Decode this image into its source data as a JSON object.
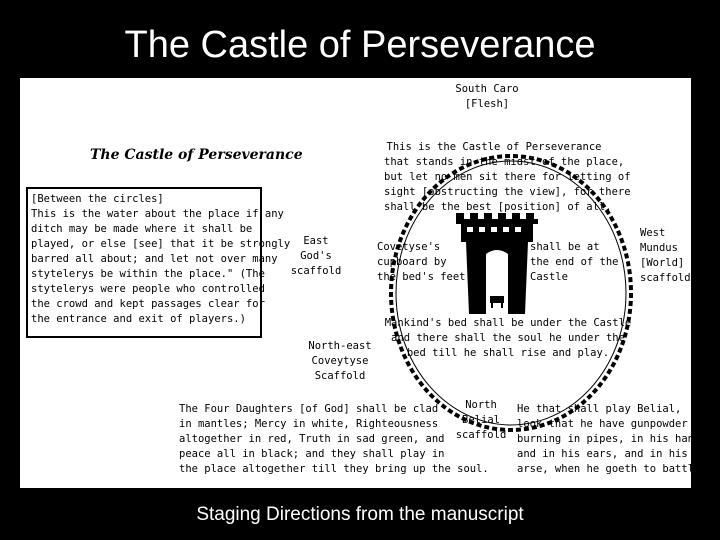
{
  "slide": {
    "title": "The Castle of Perseverance",
    "caption": "Staging Directions from the manuscript"
  },
  "diagram": {
    "title": "The Castle of Perseverance",
    "south": [
      "South Caro",
      "[Flesh]"
    ],
    "east": [
      "East",
      "God's",
      "scaffold"
    ],
    "west": [
      "West",
      "Mundus",
      "[World]",
      "scaffold"
    ],
    "north_east": [
      "North-east",
      "Coveytyse",
      "Scaffold"
    ],
    "north": [
      "North",
      "Belial",
      "scaffold"
    ],
    "castle_text": [
      "This is the Castle of Perseverance",
      "that stands in the midst of the place,",
      "but let no men sit there for letting of",
      "sight [obstructing the view], for there",
      "shall be the best [position] of all."
    ],
    "cupboard": [
      "Covetyse's",
      "cupboard by",
      "the bed's feet"
    ],
    "castle_end": [
      "shall be at",
      "the end of the",
      "Castle"
    ],
    "bed": [
      "Mankind's bed shall be under the Castle",
      "and there shall the soul he under the",
      "bed till he shall rise and play."
    ],
    "water_note": [
      "[Between the circles]",
      "This is the water about the place if any",
      "ditch may be made where it shall be",
      "played, or else [see] that it be strongly",
      "barred all about; and let not over many",
      "stytelerys be within the place.\" (The",
      "stytelerys were people who controlled",
      "the crowd and kept passages clear for",
      "the entrance and exit of players.)"
    ],
    "daughters": [
      "The Four Daughters [of God] shall be clad",
      "in mantles; Mercy in white, Righteousness",
      "altogether in red, Truth in sad green, and",
      "peace all in black; and they shall play in",
      "the place altogether till they bring up the soul."
    ],
    "belial_note": [
      "He that shall play Belial,",
      "look that he have gunpowder",
      "burning in pipes, in his hands,",
      "and in his ears, and in his",
      "arse, when he goeth to battle."
    ]
  }
}
